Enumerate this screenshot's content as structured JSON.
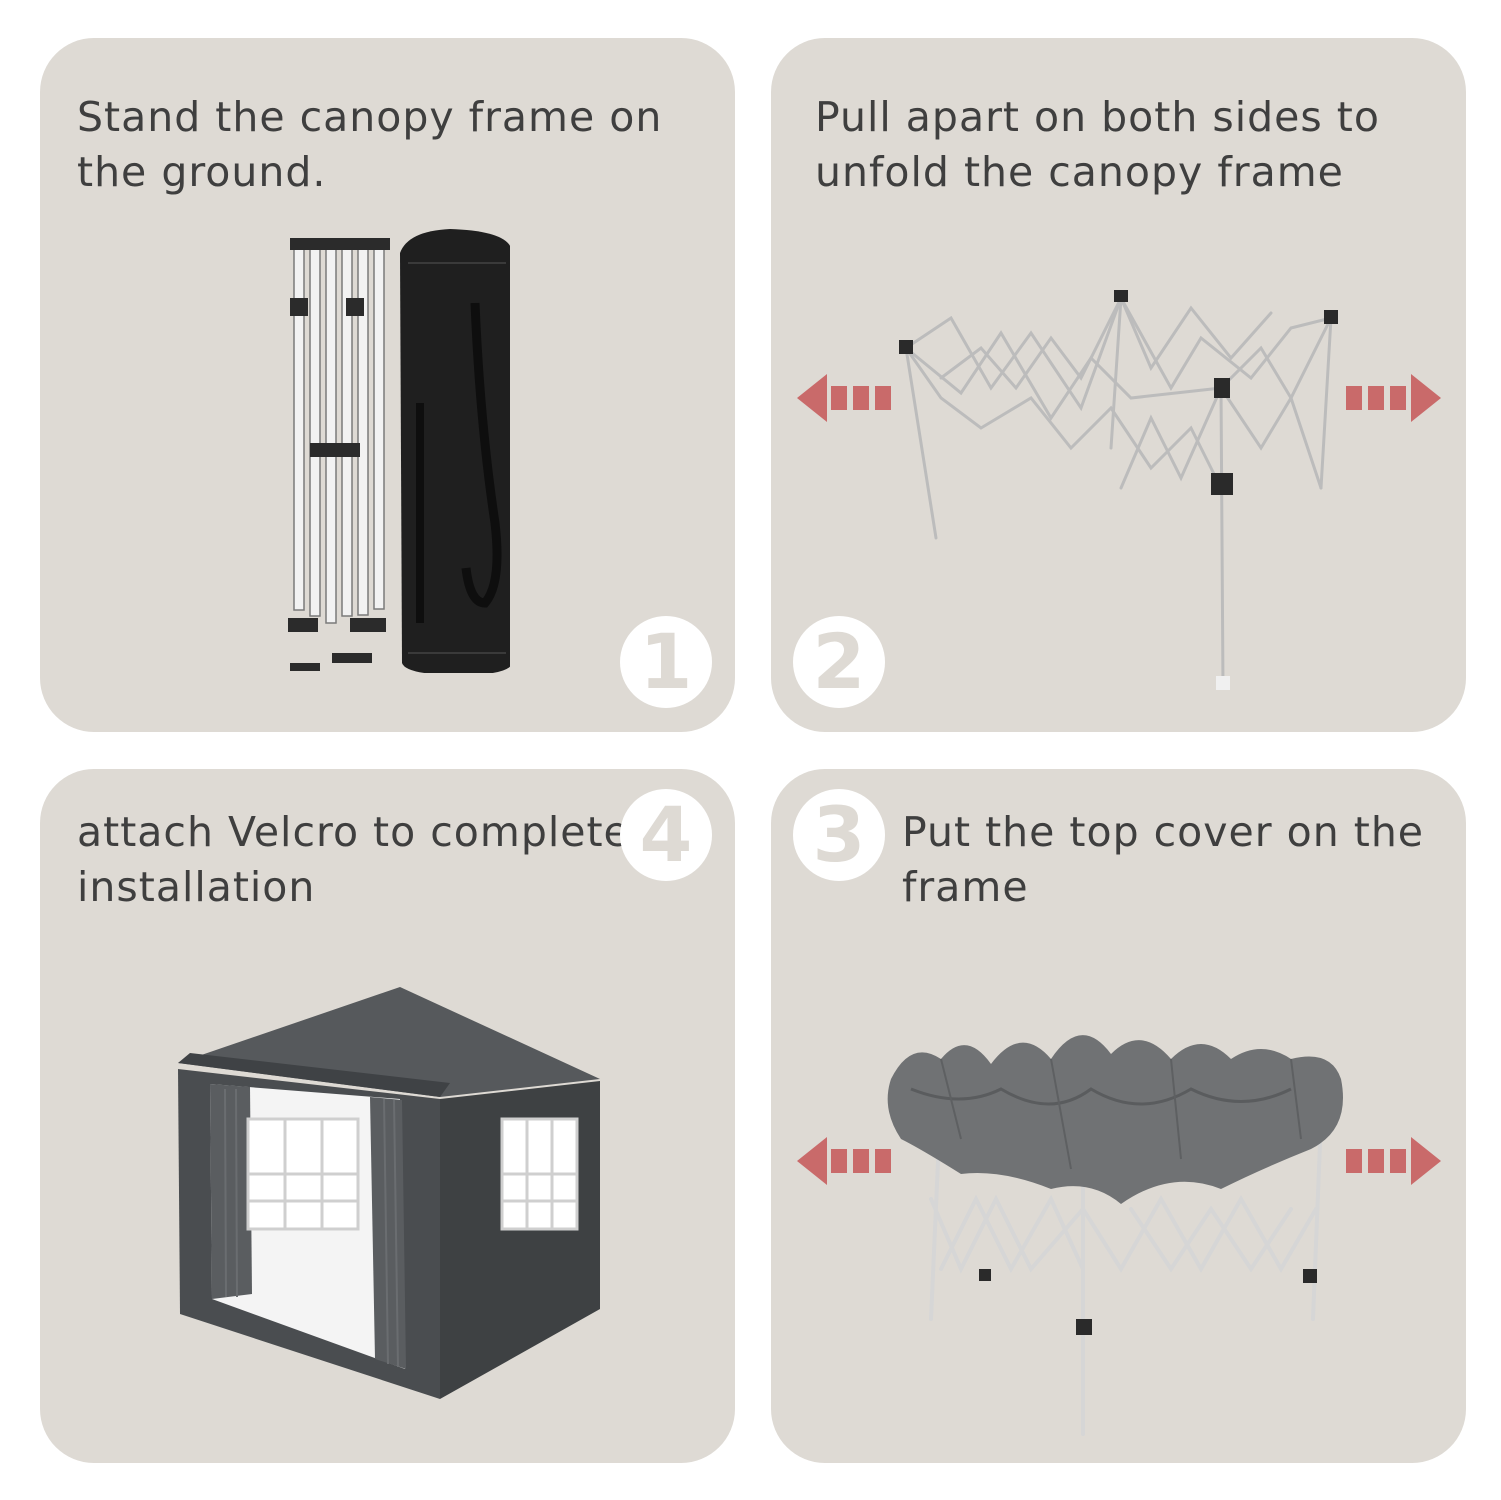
{
  "steps": [
    {
      "number": "1",
      "lines": [
        "Stand the canopy frame on",
        "the ground."
      ]
    },
    {
      "number": "2",
      "lines": [
        "Pull apart on both sides to",
        "unfold the canopy frame"
      ]
    },
    {
      "number": "3",
      "lines": [
        "Put the top cover on the",
        "frame"
      ]
    },
    {
      "number": "4",
      "lines": [
        "attach Velcro to complete",
        "installation"
      ]
    }
  ],
  "colors": {
    "panel": "#dedad4",
    "text": "#3f3f3f",
    "badge": "#ffffff",
    "arrow": "#c96a6a",
    "canopy_fabric": "#555759",
    "frame": "#e9e9e9"
  },
  "icons": [
    "folded-frame-and-bag",
    "unfolded-frame",
    "frame-with-cover",
    "assembled-tent",
    "left-arrow",
    "right-arrow"
  ]
}
